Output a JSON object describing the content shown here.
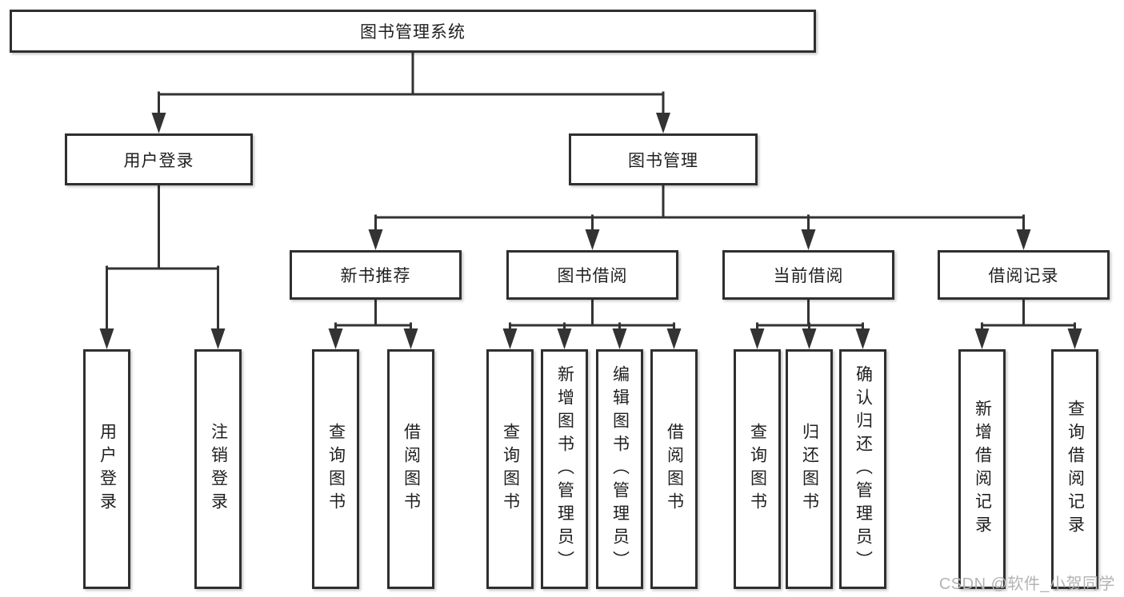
{
  "page": {
    "background": "#ffffff"
  },
  "colors": {
    "line": "#333333",
    "box_border": "#2f2f2f",
    "box_fill": "#ffffff",
    "label_text": "#1f1f1f",
    "watermark_text": "#b3b3b3"
  },
  "diagram": {
    "type": "tree",
    "root": {
      "label": "图书管理系统",
      "children": [
        {
          "label": "用户登录",
          "children": [
            {
              "label": "用户登录"
            },
            {
              "label": "注销登录"
            }
          ]
        },
        {
          "label": "图书管理",
          "children": [
            {
              "label": "新书推荐",
              "children": [
                {
                  "label": "查询图书"
                },
                {
                  "label": "借阅图书"
                }
              ]
            },
            {
              "label": "图书借阅",
              "children": [
                {
                  "label": "查询图书"
                },
                {
                  "label": "新增图书（管理员）"
                },
                {
                  "label": "编辑图书（管理员）"
                },
                {
                  "label": "借阅图书"
                }
              ]
            },
            {
              "label": "当前借阅",
              "children": [
                {
                  "label": "查询图书"
                },
                {
                  "label": "归还图书"
                },
                {
                  "label": "确认归还（管理员）"
                }
              ]
            },
            {
              "label": "借阅记录",
              "children": [
                {
                  "label": "新增借阅记录"
                },
                {
                  "label": "查询借阅记录"
                }
              ]
            }
          ]
        }
      ]
    }
  },
  "watermark": {
    "text": "CSDN @软件_小贺同学"
  }
}
